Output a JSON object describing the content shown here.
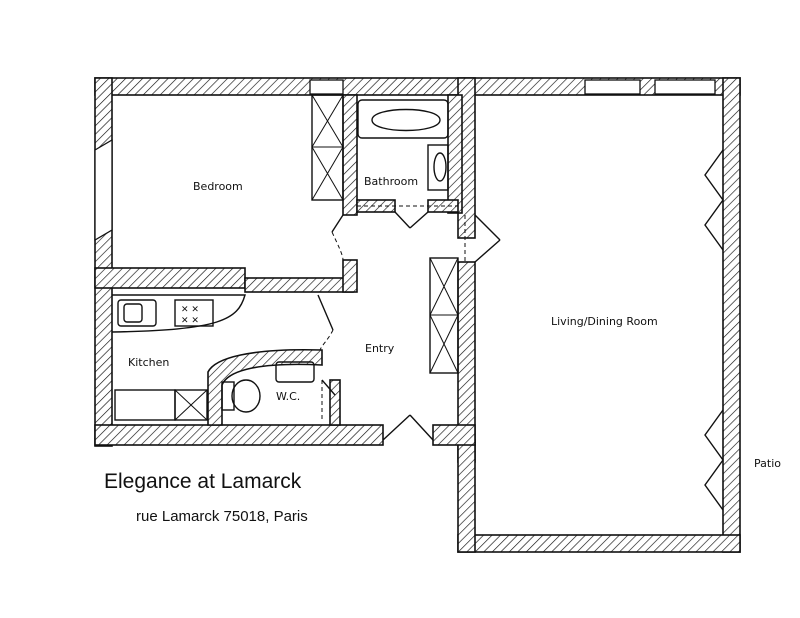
{
  "plan": {
    "title": "Elegance at Lamarck",
    "address": "rue Lamarck 75018, Paris",
    "rooms": {
      "bedroom": "Bedroom",
      "bathroom": "Bathroom",
      "living": "Living/Dining Room",
      "kitchen": "Kitchen",
      "entry": "Entry",
      "wc": "W.C.",
      "patio": "Patio"
    }
  }
}
